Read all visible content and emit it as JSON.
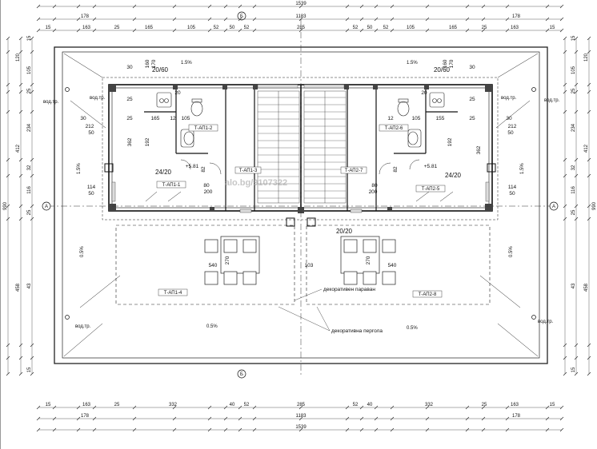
{
  "dims": {
    "overall": "1539",
    "top_mid": [
      "178",
      "1183",
      "178"
    ],
    "top_row": [
      "15",
      "163",
      "25",
      "165",
      "105",
      "52",
      "50",
      "52",
      "285",
      "52",
      "50",
      "52",
      "105",
      "165",
      "25",
      "163",
      "15"
    ],
    "bottom_row": [
      "15",
      "163",
      "25",
      "332",
      "40",
      "52",
      "285",
      "52",
      "40",
      "332",
      "25",
      "163",
      "15"
    ],
    "bottom_mid": [
      "178",
      "1183",
      "178"
    ],
    "left_col": [
      "15",
      "120",
      "105",
      "25",
      "234",
      "32",
      "116",
      "25",
      "458",
      "15"
    ],
    "left_mid": [
      "412",
      "43"
    ],
    "left_overall": "990",
    "right_col": [
      "15",
      "120",
      "105",
      "25",
      "234",
      "32",
      "116",
      "25",
      "458",
      "15"
    ],
    "right_mid": [
      "412",
      "43"
    ],
    "right_overall": "990"
  },
  "section_marks": {
    "top": "Б",
    "bottom": "Б",
    "left": "А",
    "right": "А"
  },
  "inner_dims": {
    "l_30": "30",
    "l_160": "160",
    "l_170": "170",
    "l_2060": "20/60",
    "l_20": "20",
    "l_105": "105",
    "l_25": "25",
    "l_155": "155",
    "l_165": "165",
    "l_12": "12",
    "l_212": "212",
    "l_50": "50",
    "l_362": "362",
    "l_192": "192",
    "l_2420": "24/20",
    "l_581": "+5.81",
    "l_114": "114",
    "l_80": "80",
    "l_200": "200",
    "l_82": "82",
    "l_540": "540",
    "l_270": "270",
    "l_103": "103",
    "l_2020": "20/20"
  },
  "rooms": {
    "ap1_1": "Т-АП1-1",
    "ap1_2": "Т-АП1-2",
    "ap1_3": "Т-АП1-3",
    "ap1_4": "Т-АП1-4",
    "ap2_5": "Т-АП2-5",
    "ap2_6": "Т-АП2-6",
    "ap2_7": "Т-АП2-7",
    "ap2_8": "Т-АП2-8"
  },
  "notes": {
    "screen": "декоративен параван",
    "pergola": "декоративна пергола",
    "drain": "вод.тр.",
    "slope_15": "1.5%",
    "slope_05": "0.5%"
  },
  "watermark": "alo.bg/9107322"
}
